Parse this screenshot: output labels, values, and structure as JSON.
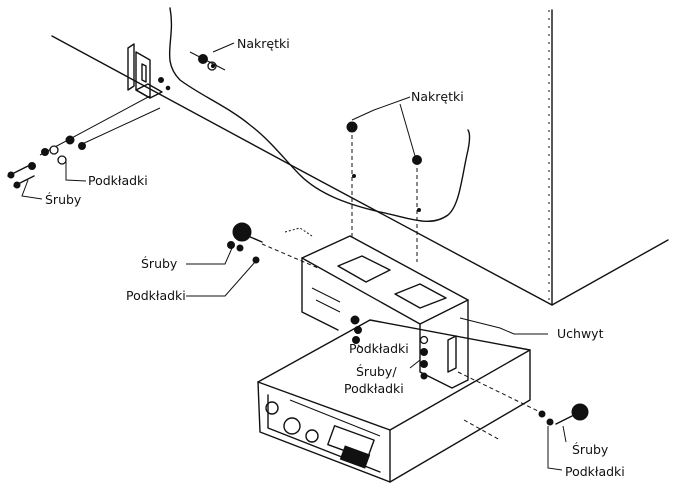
{
  "labels": {
    "nuts_top": "Nakrętki",
    "nuts_middle": "Nakrętki",
    "washers_left": "Podkładki",
    "screws_left": "Śruby",
    "screws_mid": "Śruby",
    "washers_mid": "Podkładki",
    "bracket": "Uchwyt",
    "washers_center": "Podkładki",
    "screws_washers_line1": "Śruby/",
    "screws_washers_line2": "Podkładki",
    "screws_right": "Śruby",
    "washers_right": "Podkładki"
  }
}
